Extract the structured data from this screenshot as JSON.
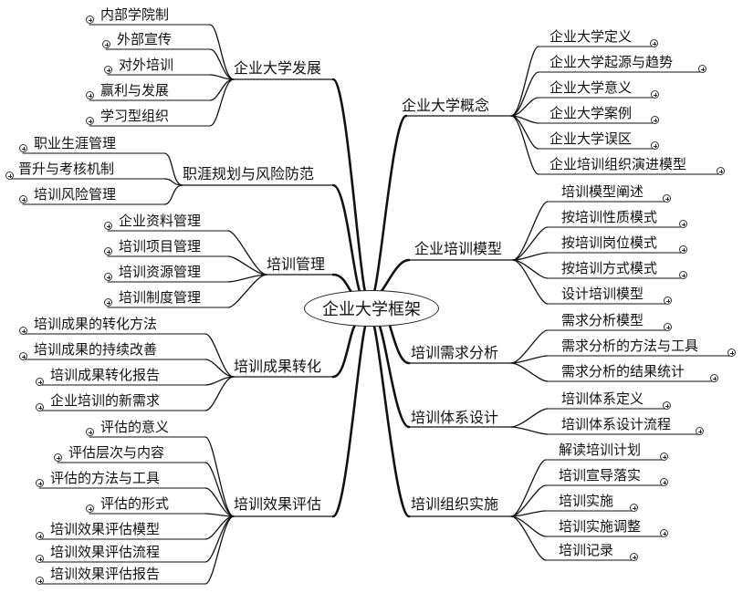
{
  "center": "企业大学框架",
  "branches": {
    "b1": {
      "label": "企业大学发展",
      "children": [
        "内部学院制",
        "外部宣传",
        "对外培训",
        "赢利与发展",
        "学习型组织"
      ]
    },
    "b2": {
      "label": "职涯规划与风险防范",
      "children": [
        "职业生涯管理",
        "晋升与考核机制",
        "培训风险管理"
      ]
    },
    "b3": {
      "label": "培训管理",
      "children": [
        "企业资料管理",
        "培训项目管理",
        "培训资源管理",
        "培训制度管理"
      ]
    },
    "b4": {
      "label": "培训成果转化",
      "children": [
        "培训成果的转化方法",
        "培训成果的持续改善",
        "培训成果转化报告",
        "企业培训的新需求"
      ]
    },
    "b5": {
      "label": "培训效果评估",
      "children": [
        "评估的意义",
        "评估层次与内容",
        "评估的方法与工具",
        "评估的形式",
        "培训效果评估模型",
        "培训效果评估流程",
        "培训效果评估报告"
      ]
    },
    "b6": {
      "label": "企业大学概念",
      "children": [
        "企业大学定义",
        "企业大学起源与趋势",
        "企业大学意义",
        "企业大学案例",
        "企业大学误区",
        "企业培训组织演进模型"
      ]
    },
    "b7": {
      "label": "企业培训模型",
      "children": [
        "培训模型阐述",
        "按培训性质模式",
        "按培训岗位模式",
        "按培训方式模式",
        "设计培训模型"
      ]
    },
    "b8": {
      "label": "培训需求分析",
      "children": [
        "需求分析模型",
        "需求分析的方法与工具",
        "需求分析的结果统计"
      ]
    },
    "b9": {
      "label": "培训体系设计",
      "children": [
        "培训体系定义",
        "培训体系设计流程"
      ]
    },
    "b10": {
      "label": "培训组织实施",
      "children": [
        "解读培训计划",
        "培训宣导落实",
        "培训实施",
        "培训实施调整",
        "培训记录"
      ]
    }
  }
}
